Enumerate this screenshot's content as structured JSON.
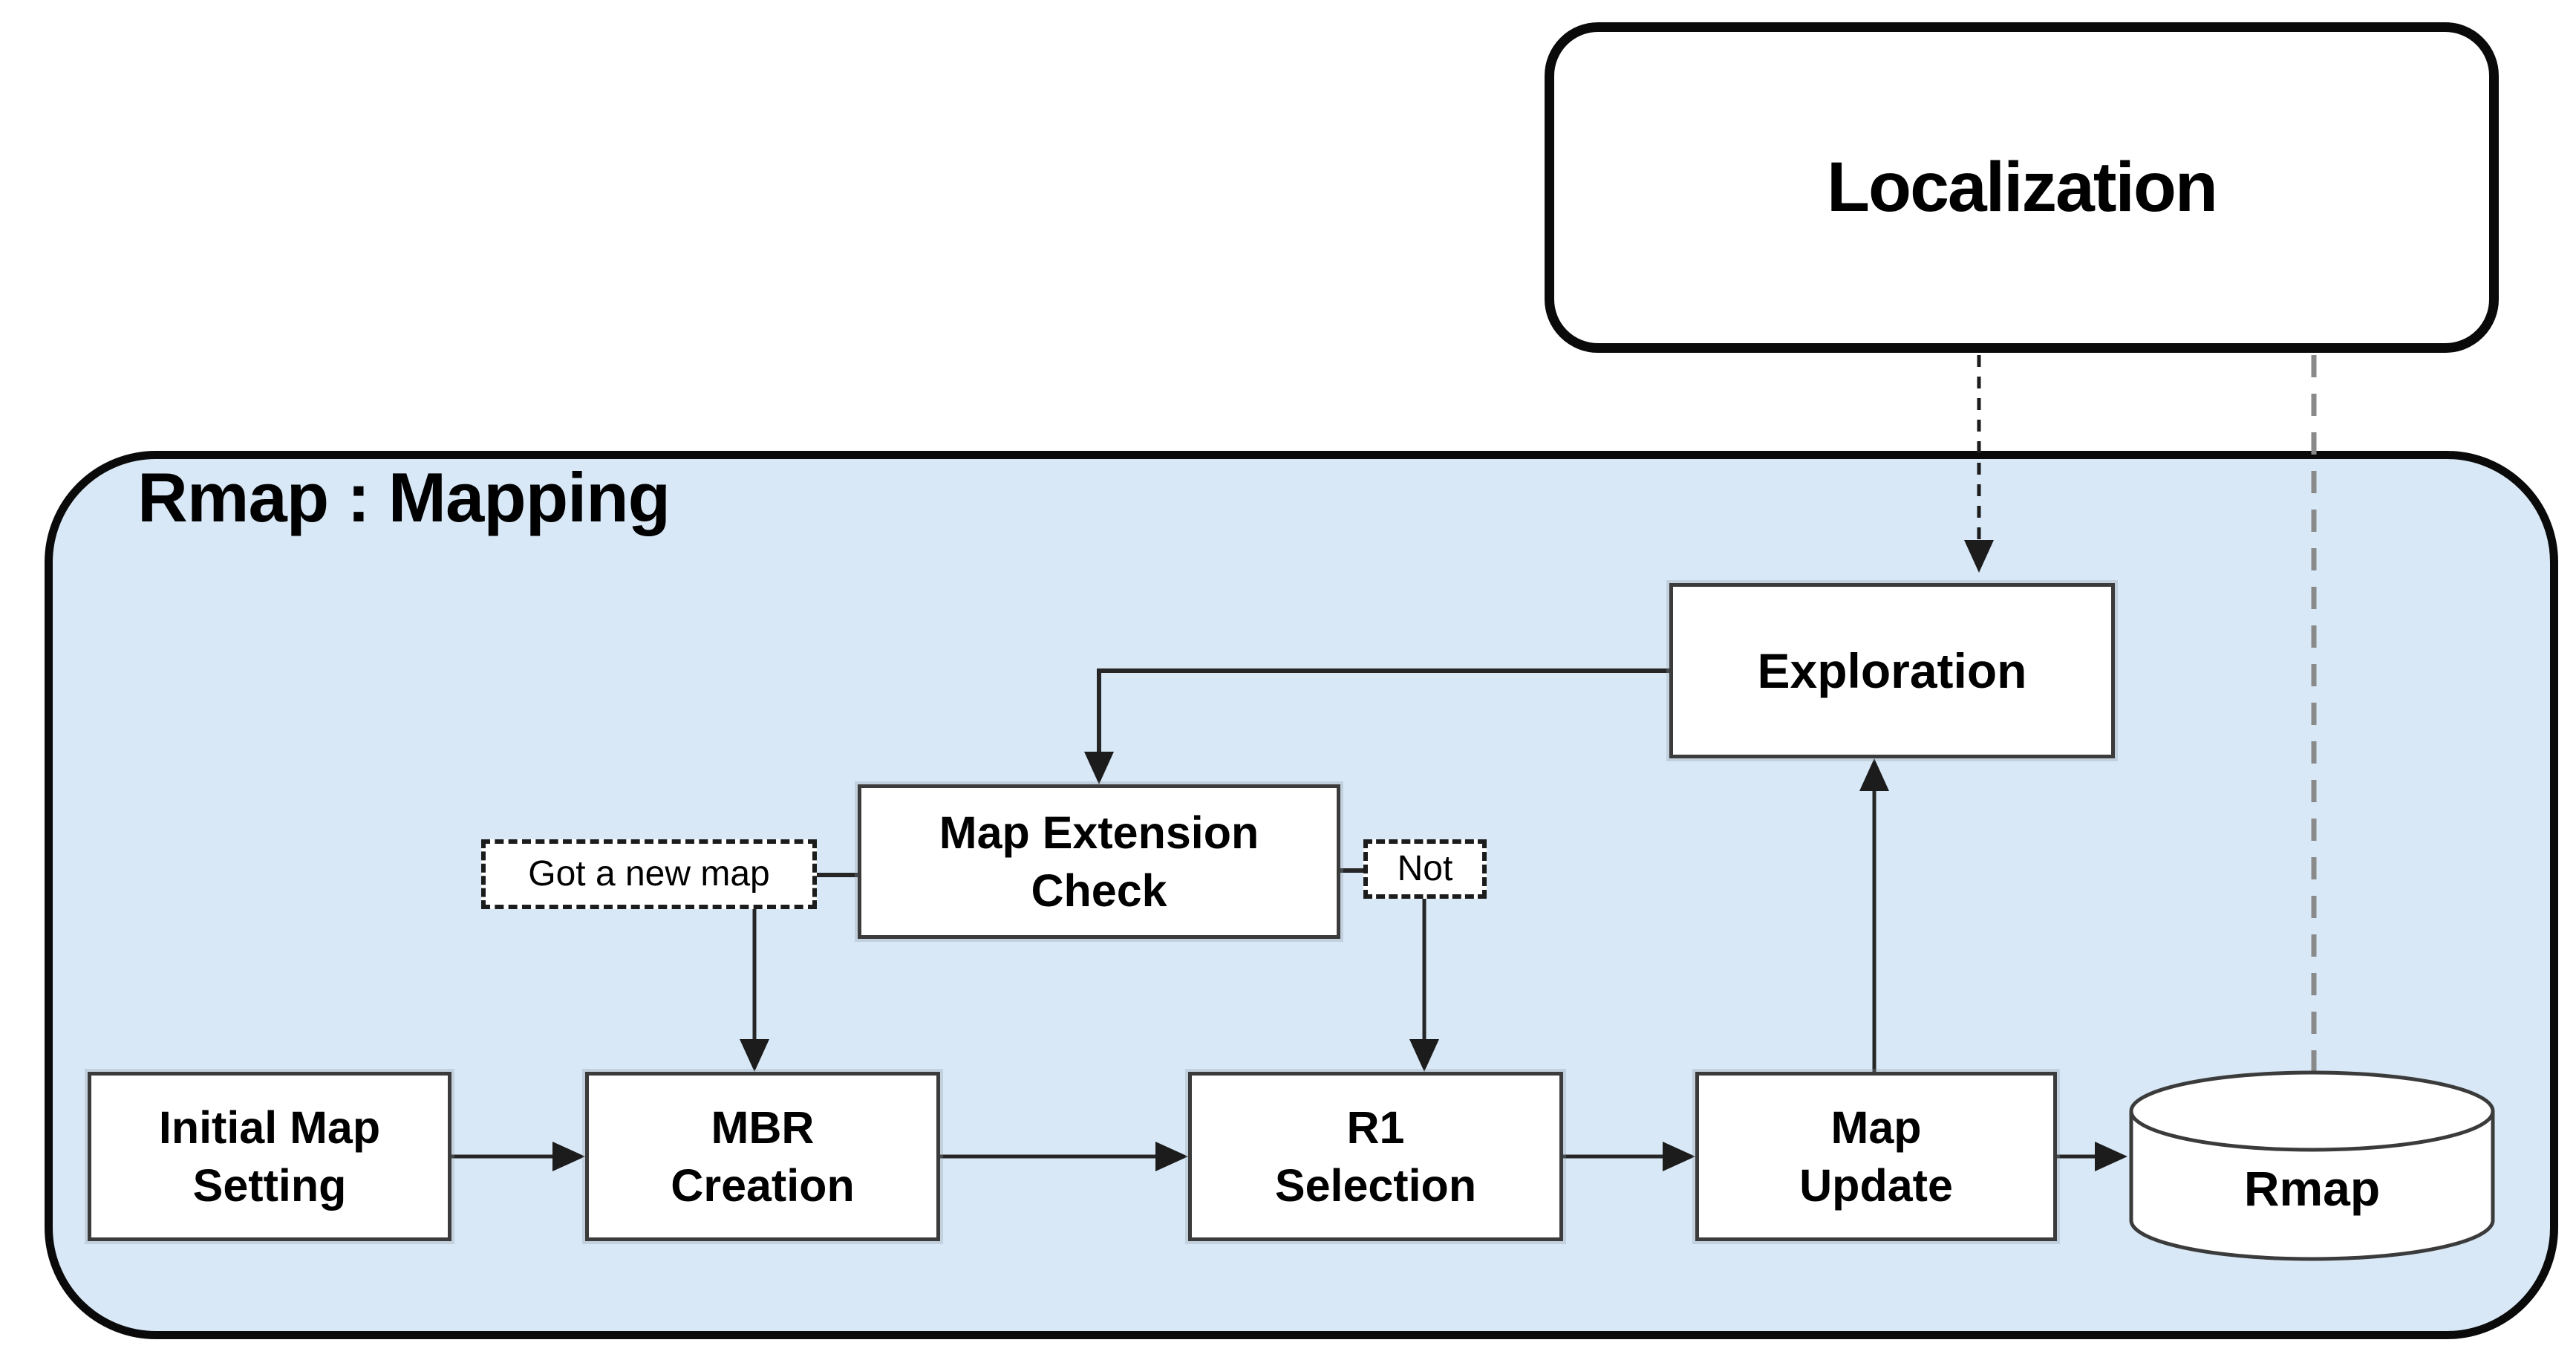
{
  "diagram": {
    "localization_label": "Localization",
    "container_title": "Rmap : Mapping",
    "nodes": {
      "exploration": {
        "lines": [
          "Exploration"
        ]
      },
      "map_extension_check": {
        "lines": [
          "Map Extension",
          "Check"
        ]
      },
      "got_a_new_map": {
        "lines": [
          "Got a new map"
        ]
      },
      "not_label": {
        "lines": [
          "Not"
        ]
      },
      "initial_map_setting": {
        "lines": [
          "Initial Map",
          "Setting"
        ]
      },
      "mbr_creation": {
        "lines": [
          "MBR",
          "Creation"
        ]
      },
      "r1_selection": {
        "lines": [
          "R1",
          "Selection"
        ]
      },
      "map_update": {
        "lines": [
          "Map",
          "Update"
        ]
      },
      "rmap_store": {
        "lines": [
          "Rmap"
        ]
      }
    },
    "colors": {
      "container_fill": "#d8e8f6",
      "outer_border": "#0a0a0a",
      "node_border": "#3b3b3b",
      "connector": "#262626",
      "dashed_drop_line": "#8a8a8a"
    }
  }
}
